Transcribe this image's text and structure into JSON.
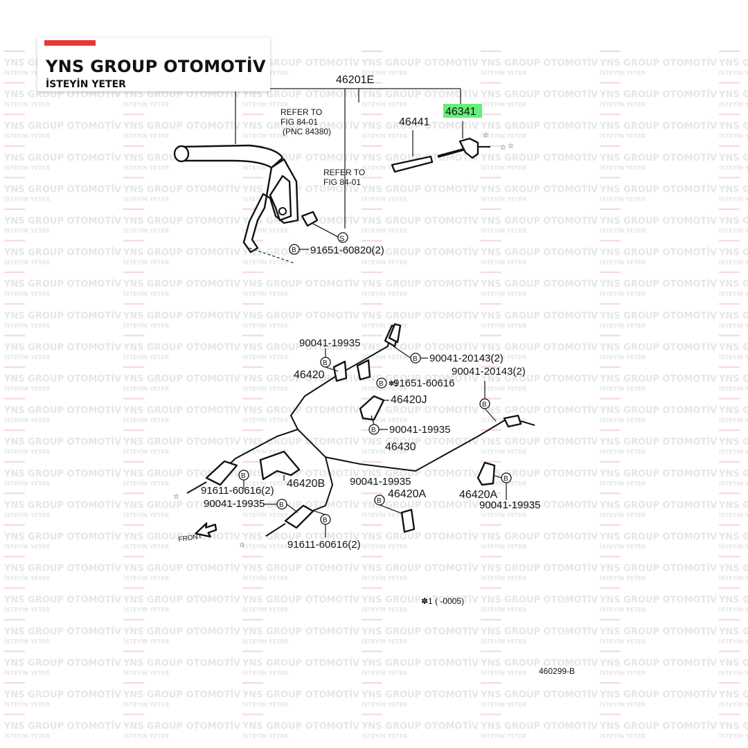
{
  "brand": {
    "name": "YNS GROUP OTOMOTİV",
    "slogan": "İSTEYİN YETER",
    "accent_color": "#e53935"
  },
  "watermark": {
    "line1": "YNS GROUP OTOMOTİV",
    "line2": "İSTEYİN YETER"
  },
  "diagram": {
    "highlight_color": "#66ee77",
    "labels": {
      "assy_46201E": "46201E",
      "part_46441": "46441",
      "part_46341": "46341",
      "ref1_line1": "REFER TO",
      "ref1_line2": "FIG 84-01",
      "ref1_line3": "(PNC 84380)",
      "ref2_line1": "REFER TO",
      "ref2_line2": "FIG 84-01",
      "bolt_91651_60820": "91651-60820(2)",
      "bolt_90041_19935_top": "90041-19935",
      "bolt_90041_20143_a": "90041-20143(2)",
      "bolt_90041_20143_b": "90041-20143(2)",
      "bolt_91651_60616": "91651-60616",
      "part_46420": "46420",
      "part_46420J": "46420J",
      "bolt_90041_19935_j": "90041-19935",
      "part_46430": "46430",
      "part_46420B": "46420B",
      "bolt_91611_60616_left": "91611-60616(2)",
      "bolt_90041_19935_left": "90041-19935",
      "bolt_90041_19935_mid": "90041-19935",
      "part_46420A_mid": "46420A",
      "part_46420A_right": "46420A",
      "bolt_90041_19935_right": "90041-19935",
      "bolt_91611_60616_bottom": "91611-60616(2)",
      "front": "FRONT",
      "footnote": "✽1  (        -0005)",
      "figure_code": "460299-B"
    },
    "marks": {
      "bolt_code": "B",
      "screw_code": "S",
      "star_1": "✽1"
    }
  }
}
